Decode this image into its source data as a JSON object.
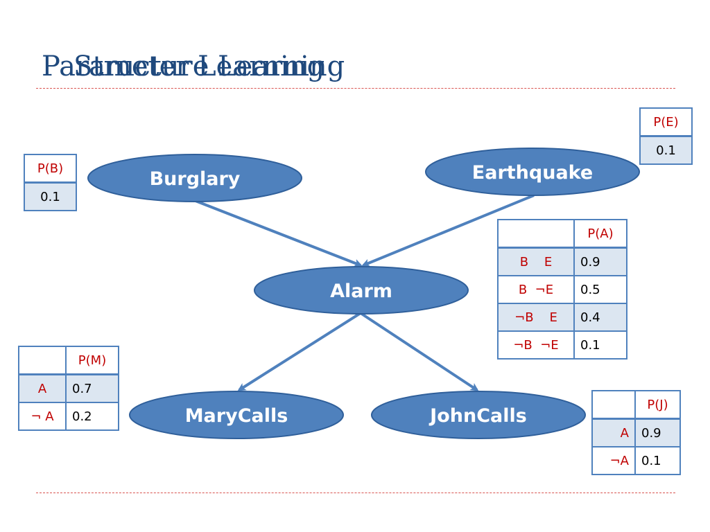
{
  "slide": {
    "title_back": "Parameter Learning",
    "title_front": "Structure Learning",
    "colors": {
      "title": "#1f497d",
      "node_fill": "#4f81bd",
      "node_stroke": "#2f5f9a",
      "table_border": "#4f81bd",
      "table_band": "#dce6f1",
      "label_red": "#c00000",
      "rule": "#d9534f"
    }
  },
  "nodes": {
    "burglary": "Burglary",
    "earthquake": "Earthquake",
    "alarm": "Alarm",
    "marycalls": "MaryCalls",
    "johncalls": "JohnCalls"
  },
  "tables": {
    "pb": {
      "header": "P(B)",
      "value": "0.1"
    },
    "pe": {
      "header": "P(E)",
      "value": "0.1"
    },
    "pa": {
      "header": "P(A)",
      "rows": [
        {
          "cond": "B    E",
          "value": "0.9"
        },
        {
          "cond": "B  ¬E",
          "value": "0.5"
        },
        {
          "cond": "¬B    E",
          "value": "0.4"
        },
        {
          "cond": "¬B  ¬E",
          "value": "0.1"
        }
      ]
    },
    "pm": {
      "header": "P(M)",
      "rows": [
        {
          "cond": "A",
          "value": "0.7"
        },
        {
          "cond": "¬ A",
          "value": "0.2"
        }
      ]
    },
    "pj": {
      "header": "P(J)",
      "rows": [
        {
          "cond": "A",
          "value": "0.9"
        },
        {
          "cond": "¬A",
          "value": "0.1"
        }
      ]
    }
  }
}
